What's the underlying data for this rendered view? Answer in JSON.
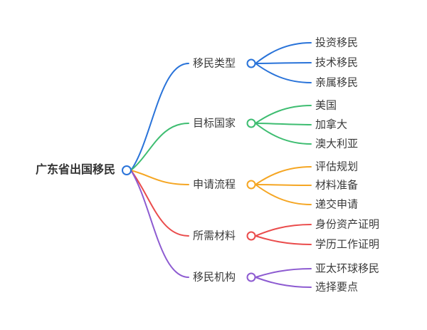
{
  "mindmap": {
    "diagram_type": "mindmap",
    "background_color": "#ffffff",
    "text_color": "#3a3a3a",
    "root": {
      "label": "广东省出国移民",
      "color": "#2973d9"
    },
    "branches": [
      {
        "label": "移民类型",
        "color": "#2973d9",
        "children": [
          "投资移民",
          "技术移民",
          "亲属移民"
        ]
      },
      {
        "label": "目标国家",
        "color": "#3ebd71",
        "children": [
          "美国",
          "加拿大",
          "澳大利亚"
        ]
      },
      {
        "label": "申请流程",
        "color": "#f5a623",
        "children": [
          "评估规划",
          "材料准备",
          "递交申请"
        ]
      },
      {
        "label": "所需材料",
        "color": "#ea4c4c",
        "children": [
          "身份资产证明",
          "学历工作证明"
        ]
      },
      {
        "label": "移民机构",
        "color": "#8d5bd1",
        "children": [
          "亚太环球移民",
          "选择要点"
        ]
      }
    ]
  }
}
